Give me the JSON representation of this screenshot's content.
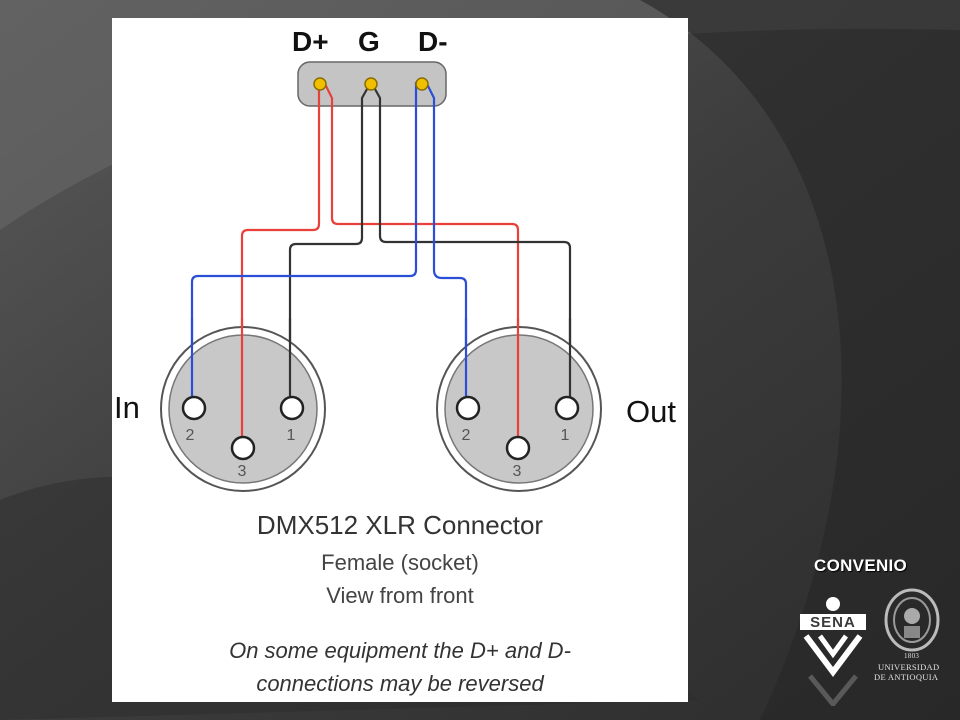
{
  "header_pins": {
    "d_plus": "D+",
    "ground": "G",
    "d_minus": "D-"
  },
  "connectors": {
    "in_label": "In",
    "out_label": "Out",
    "pin_numbers": [
      "2",
      "1",
      "3"
    ]
  },
  "captions": {
    "title": "DMX512 XLR Connector",
    "subtitle_1": "Female (socket)",
    "subtitle_2": "View from front",
    "note_1": "On some equipment the D+ and D-",
    "note_2": "connections may be reversed"
  },
  "branding": {
    "convenio": "CONVENIO",
    "sena": "SENA",
    "udea_line_1": "UNIVERSIDAD",
    "udea_line_2": "DE ANTIOQUIA",
    "udea_year": "1803"
  },
  "colors": {
    "wire_red": "#e8403a",
    "wire_blue": "#2a4fd6",
    "wire_black": "#333333",
    "pin_gold": "#f0c000",
    "connector_gray": "#c8c8c8"
  }
}
